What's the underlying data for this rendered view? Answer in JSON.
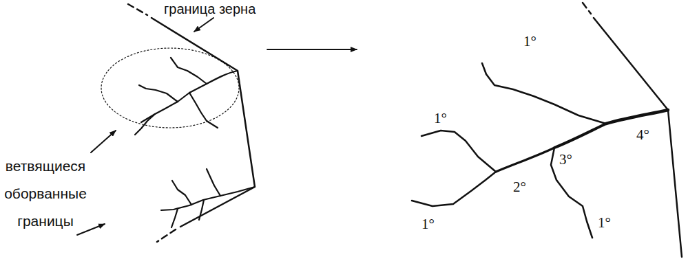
{
  "diagram": {
    "labels": [
      "граница зерна",
      "ветвящиеся оборванные границы",
      "1°",
      "1°",
      "4°",
      "3°",
      "2°",
      "1°",
      "1°"
    ]
  }
}
